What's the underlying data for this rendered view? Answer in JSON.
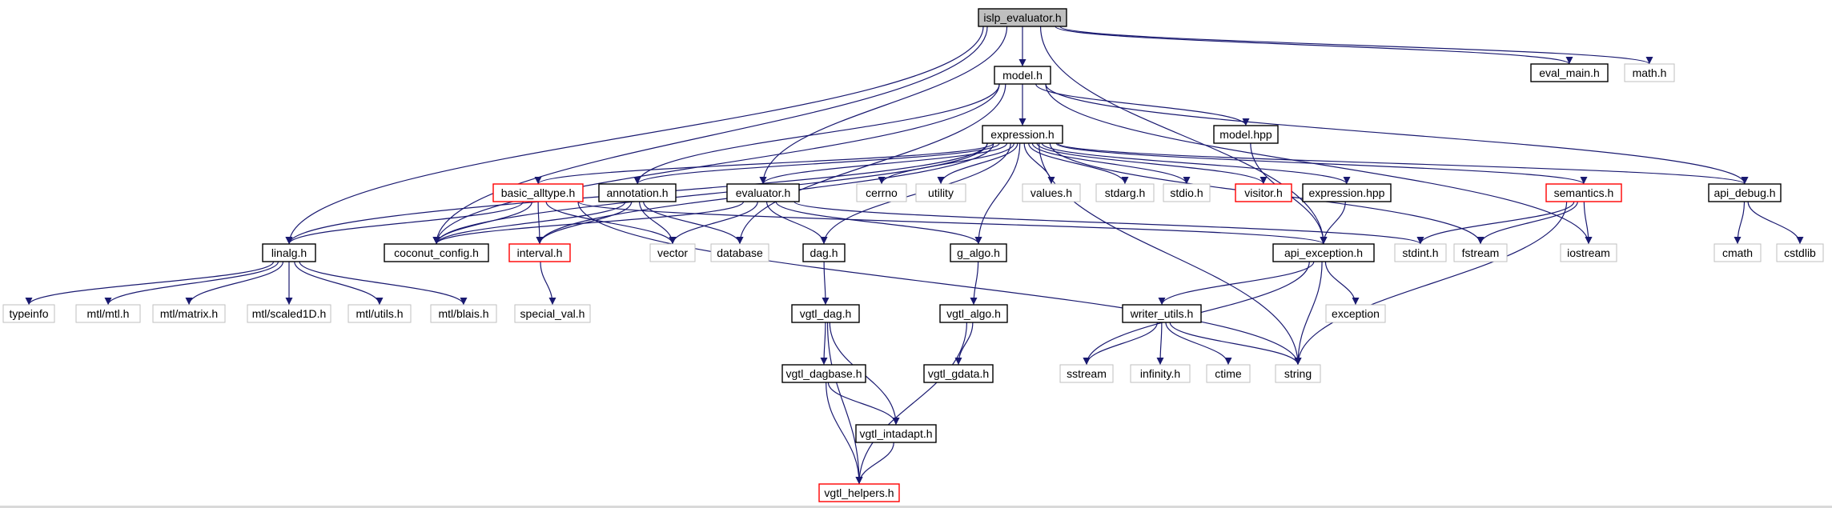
{
  "graph": {
    "colors": {
      "edge": "#191970",
      "box_solid": "#000000",
      "box_missing": "#bfbfbf",
      "box_link": "#ff0000",
      "root_fill": "#bfbfbf",
      "label": "#000000"
    },
    "nodes": [
      {
        "id": "islp_evaluator",
        "label": "islp_evaluator.h",
        "kind": "root"
      },
      {
        "id": "eval_main",
        "label": "eval_main.h",
        "kind": "solid"
      },
      {
        "id": "math",
        "label": "math.h",
        "kind": "missing"
      },
      {
        "id": "model",
        "label": "model.h",
        "kind": "solid"
      },
      {
        "id": "expression",
        "label": "expression.h",
        "kind": "solid"
      },
      {
        "id": "model_hpp",
        "label": "model.hpp",
        "kind": "solid"
      },
      {
        "id": "api_debug",
        "label": "api_debug.h",
        "kind": "solid"
      },
      {
        "id": "basic_alltype",
        "label": "basic_alltype.h",
        "kind": "link"
      },
      {
        "id": "annotation",
        "label": "annotation.h",
        "kind": "solid"
      },
      {
        "id": "evaluator",
        "label": "evaluator.h",
        "kind": "solid"
      },
      {
        "id": "cerrno",
        "label": "cerrno",
        "kind": "missing"
      },
      {
        "id": "utility",
        "label": "utility",
        "kind": "missing"
      },
      {
        "id": "values",
        "label": "values.h",
        "kind": "missing"
      },
      {
        "id": "stdarg",
        "label": "stdarg.h",
        "kind": "missing"
      },
      {
        "id": "stdio",
        "label": "stdio.h",
        "kind": "missing"
      },
      {
        "id": "visitor",
        "label": "visitor.h",
        "kind": "link"
      },
      {
        "id": "expression_hpp",
        "label": "expression.hpp",
        "kind": "solid"
      },
      {
        "id": "semantics",
        "label": "semantics.h",
        "kind": "link"
      },
      {
        "id": "linalg",
        "label": "linalg.h",
        "kind": "solid"
      },
      {
        "id": "coconut_config",
        "label": "coconut_config.h",
        "kind": "solid"
      },
      {
        "id": "interval",
        "label": "interval.h",
        "kind": "link"
      },
      {
        "id": "vector",
        "label": "vector",
        "kind": "missing"
      },
      {
        "id": "database",
        "label": "database",
        "kind": "missing"
      },
      {
        "id": "dag",
        "label": "dag.h",
        "kind": "solid"
      },
      {
        "id": "g_algo",
        "label": "g_algo.h",
        "kind": "solid"
      },
      {
        "id": "api_exception",
        "label": "api_exception.h",
        "kind": "solid"
      },
      {
        "id": "stdint",
        "label": "stdint.h",
        "kind": "missing"
      },
      {
        "id": "fstream",
        "label": "fstream",
        "kind": "missing"
      },
      {
        "id": "iostream",
        "label": "iostream",
        "kind": "missing"
      },
      {
        "id": "cmath",
        "label": "cmath",
        "kind": "missing"
      },
      {
        "id": "cstdlib",
        "label": "cstdlib",
        "kind": "missing"
      },
      {
        "id": "typeinfo",
        "label": "typeinfo",
        "kind": "missing"
      },
      {
        "id": "mtl_mtl",
        "label": "mtl/mtl.h",
        "kind": "missing"
      },
      {
        "id": "mtl_matrix",
        "label": "mtl/matrix.h",
        "kind": "missing"
      },
      {
        "id": "mtl_scaled1D",
        "label": "mtl/scaled1D.h",
        "kind": "missing"
      },
      {
        "id": "mtl_utils",
        "label": "mtl/utils.h",
        "kind": "missing"
      },
      {
        "id": "mtl_blais",
        "label": "mtl/blais.h",
        "kind": "missing"
      },
      {
        "id": "special_val",
        "label": "special_val.h",
        "kind": "missing"
      },
      {
        "id": "vgtl_dag",
        "label": "vgtl_dag.h",
        "kind": "solid"
      },
      {
        "id": "vgtl_algo",
        "label": "vgtl_algo.h",
        "kind": "solid"
      },
      {
        "id": "exception",
        "label": "exception",
        "kind": "missing"
      },
      {
        "id": "writer_utils",
        "label": "writer_utils.h",
        "kind": "solid"
      },
      {
        "id": "vgtl_dagbase",
        "label": "vgtl_dagbase.h",
        "kind": "solid"
      },
      {
        "id": "vgtl_gdata",
        "label": "vgtl_gdata.h",
        "kind": "solid"
      },
      {
        "id": "sstream",
        "label": "sstream",
        "kind": "missing"
      },
      {
        "id": "infinity",
        "label": "infinity.h",
        "kind": "missing"
      },
      {
        "id": "ctime",
        "label": "ctime",
        "kind": "missing"
      },
      {
        "id": "string",
        "label": "string",
        "kind": "missing"
      },
      {
        "id": "vgtl_intadapt",
        "label": "vgtl_intadapt.h",
        "kind": "solid"
      },
      {
        "id": "vgtl_helpers",
        "label": "vgtl_helpers.h",
        "kind": "link"
      }
    ],
    "edges": [
      [
        "islp_evaluator",
        "model"
      ],
      [
        "islp_evaluator",
        "eval_main"
      ],
      [
        "islp_evaluator",
        "math"
      ],
      [
        "islp_evaluator",
        "linalg"
      ],
      [
        "islp_evaluator",
        "coconut_config"
      ],
      [
        "islp_evaluator",
        "evaluator"
      ],
      [
        "islp_evaluator",
        "api_exception"
      ],
      [
        "model",
        "expression"
      ],
      [
        "model",
        "model_hpp"
      ],
      [
        "model",
        "api_debug"
      ],
      [
        "model",
        "annotation"
      ],
      [
        "model",
        "coconut_config"
      ],
      [
        "model",
        "database"
      ],
      [
        "model",
        "iostream"
      ],
      [
        "expression",
        "basic_alltype"
      ],
      [
        "expression",
        "annotation"
      ],
      [
        "expression",
        "evaluator"
      ],
      [
        "expression",
        "cerrno"
      ],
      [
        "expression",
        "utility"
      ],
      [
        "expression",
        "values"
      ],
      [
        "expression",
        "stdarg"
      ],
      [
        "expression",
        "stdio"
      ],
      [
        "expression",
        "visitor"
      ],
      [
        "expression",
        "expression_hpp"
      ],
      [
        "expression",
        "semantics"
      ],
      [
        "expression",
        "api_debug"
      ],
      [
        "expression",
        "linalg"
      ],
      [
        "expression",
        "coconut_config"
      ],
      [
        "expression",
        "interval"
      ],
      [
        "expression",
        "dag"
      ],
      [
        "expression",
        "g_algo"
      ],
      [
        "expression",
        "fstream"
      ],
      [
        "expression",
        "string"
      ],
      [
        "model_hpp",
        "api_exception"
      ],
      [
        "api_debug",
        "cmath"
      ],
      [
        "api_debug",
        "cstdlib"
      ],
      [
        "basic_alltype",
        "linalg"
      ],
      [
        "basic_alltype",
        "coconut_config"
      ],
      [
        "basic_alltype",
        "interval"
      ],
      [
        "basic_alltype",
        "vector"
      ],
      [
        "basic_alltype",
        "api_exception"
      ],
      [
        "basic_alltype",
        "string"
      ],
      [
        "annotation",
        "coconut_config"
      ],
      [
        "annotation",
        "interval"
      ],
      [
        "annotation",
        "vector"
      ],
      [
        "annotation",
        "database"
      ],
      [
        "evaluator",
        "coconut_config"
      ],
      [
        "evaluator",
        "vector"
      ],
      [
        "evaluator",
        "dag"
      ],
      [
        "evaluator",
        "g_algo"
      ],
      [
        "evaluator",
        "stdint"
      ],
      [
        "expression_hpp",
        "api_exception"
      ],
      [
        "semantics",
        "stdint"
      ],
      [
        "semantics",
        "fstream"
      ],
      [
        "semantics",
        "iostream"
      ],
      [
        "semantics",
        "string"
      ],
      [
        "linalg",
        "typeinfo"
      ],
      [
        "linalg",
        "mtl_mtl"
      ],
      [
        "linalg",
        "mtl_matrix"
      ],
      [
        "linalg",
        "mtl_scaled1D"
      ],
      [
        "linalg",
        "mtl_utils"
      ],
      [
        "linalg",
        "mtl_blais"
      ],
      [
        "interval",
        "special_val"
      ],
      [
        "dag",
        "vgtl_dag"
      ],
      [
        "g_algo",
        "vgtl_algo"
      ],
      [
        "api_exception",
        "writer_utils"
      ],
      [
        "api_exception",
        "sstream"
      ],
      [
        "api_exception",
        "string"
      ],
      [
        "api_exception",
        "exception"
      ],
      [
        "vgtl_dag",
        "vgtl_dagbase"
      ],
      [
        "vgtl_dag",
        "vgtl_intadapt"
      ],
      [
        "vgtl_dag",
        "vgtl_helpers"
      ],
      [
        "vgtl_algo",
        "vgtl_gdata"
      ],
      [
        "vgtl_algo",
        "vgtl_helpers"
      ],
      [
        "writer_utils",
        "sstream"
      ],
      [
        "writer_utils",
        "infinity"
      ],
      [
        "writer_utils",
        "ctime"
      ],
      [
        "writer_utils",
        "string"
      ],
      [
        "vgtl_dagbase",
        "vgtl_intadapt"
      ],
      [
        "vgtl_dagbase",
        "vgtl_helpers"
      ],
      [
        "vgtl_intadapt",
        "vgtl_helpers"
      ]
    ]
  }
}
